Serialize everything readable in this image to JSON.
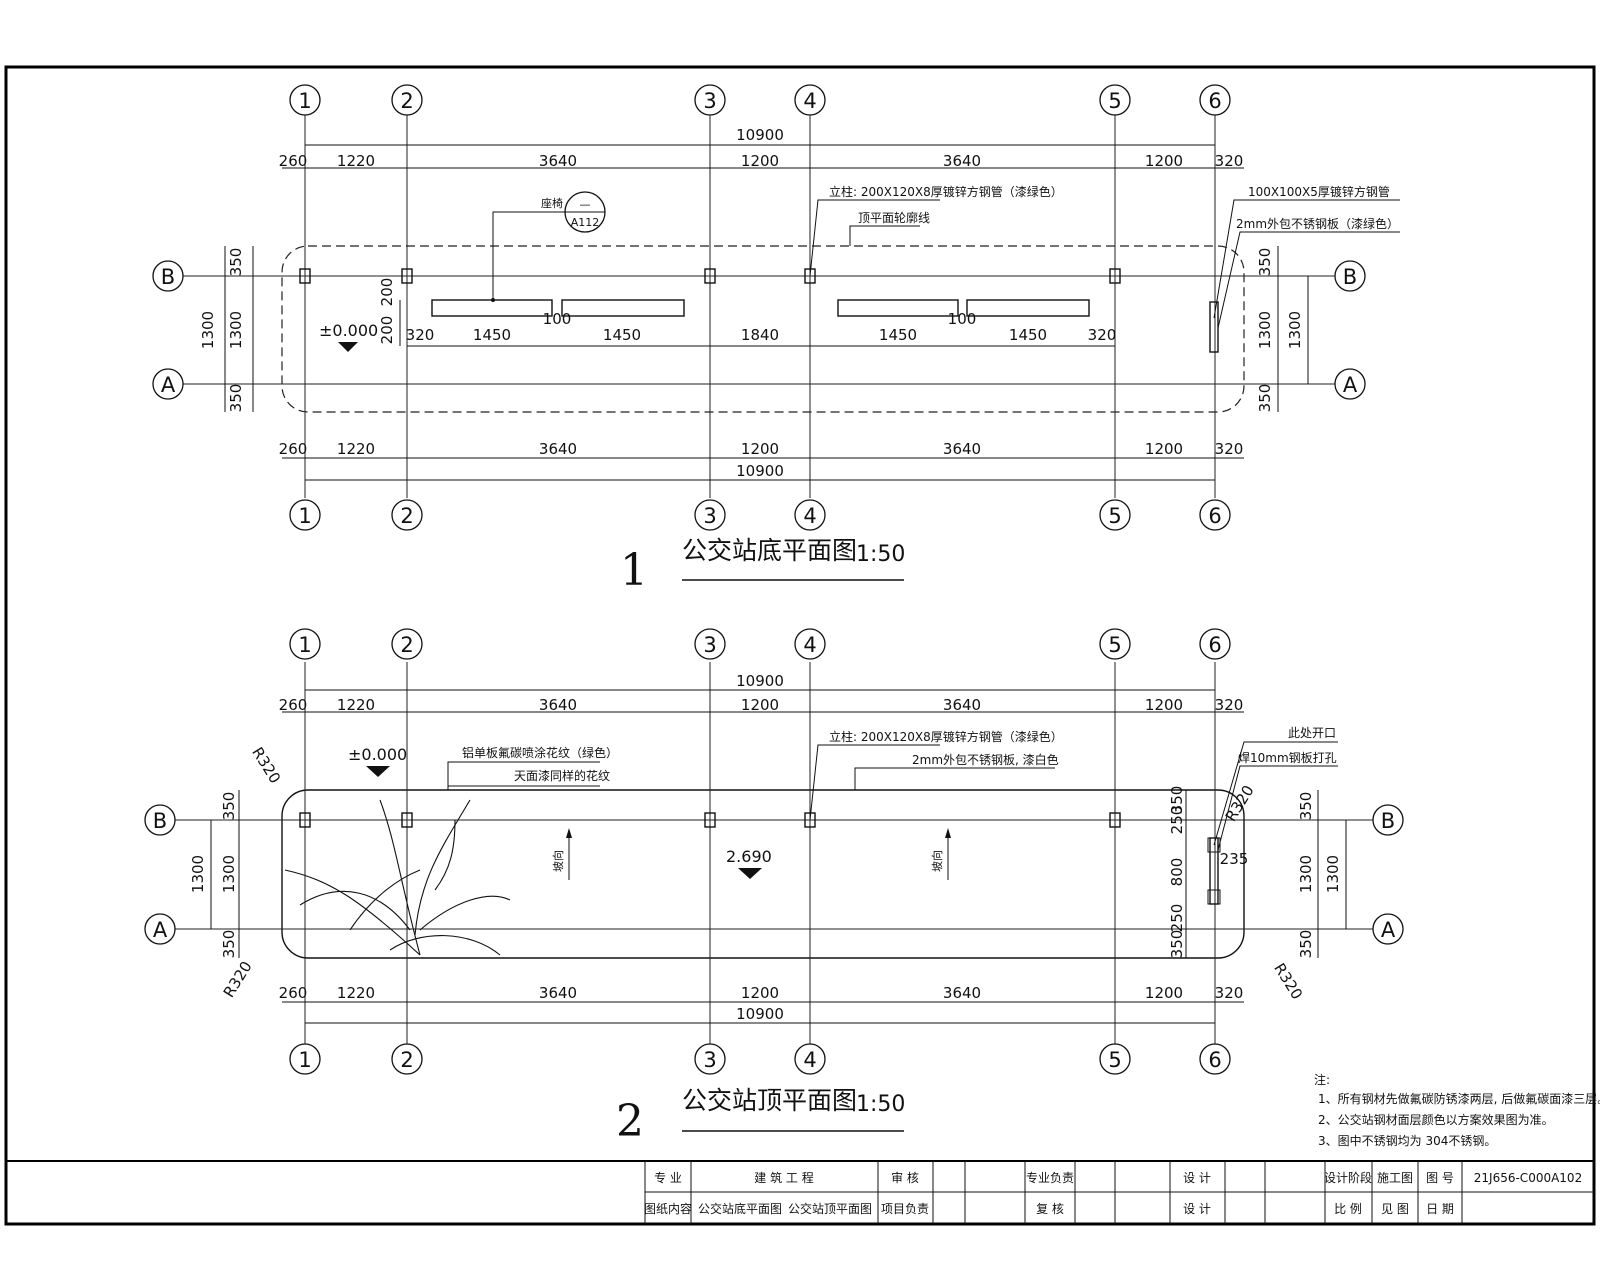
{
  "grid": {
    "columns": [
      "1",
      "2",
      "3",
      "4",
      "5",
      "6"
    ],
    "rows": [
      "A",
      "B"
    ]
  },
  "dims": {
    "overall": "10900",
    "segments": [
      "260",
      "1220",
      "3640",
      "1200",
      "3640",
      "1200",
      "320"
    ],
    "side_total": "1300",
    "side_parts": [
      "350",
      "1300",
      "350"
    ],
    "bench_left_offset": "200",
    "bench_right_offset": "200",
    "benches": [
      "320",
      "1450",
      "100",
      "1450",
      "1840",
      "1450",
      "100",
      "1450",
      "320"
    ],
    "roof_side_parts": [
      "250",
      "350",
      "800",
      "250",
      "350"
    ],
    "roof_opening": "235",
    "radius": "R320"
  },
  "plan1": {
    "title": "公交站底平面图",
    "scale": "1:50",
    "number": "1",
    "level": "±0.000",
    "seat_label": "座椅",
    "seat_ref_top": "—",
    "seat_ref_bottom": "A112",
    "column_note": "立柱: 200X120X8厚镀锌方钢管（漆绿色）",
    "outline_note": "顶平面轮廓线",
    "tube_note": "100X100X5厚镀锌方钢管",
    "plate_note": "2mm外包不锈钢板（漆绿色）"
  },
  "plan2": {
    "title": "公交站顶平面图",
    "scale": "1:50",
    "number": "2",
    "level": "±0.000",
    "roof_level": "2.690",
    "panel_note": "铝单板氟碳喷涂花纹（绿色）",
    "ceiling_note": "天面漆同样的花纹",
    "column_note": "立柱: 200X120X8厚镀锌方钢管（漆绿色）",
    "steel_note": "2mm外包不锈钢板, 漆白色",
    "opening_note": "此处开口",
    "hole_note": "焊10mm钢板打孔",
    "slope_label": "坡向"
  },
  "notes": {
    "heading": "注:",
    "items": [
      "1、所有钢材先做氟碳防锈漆两层, 后做氟碳面漆三层。",
      "2、公交站钢材面层颜色以方案效果图为准。",
      "3、图中不锈钢均为 304不锈钢。"
    ]
  },
  "titleblock": {
    "specialty_label": "专 业",
    "specialty_value": "建 筑 工 程",
    "content_label": "图纸内容",
    "content_value_1": "公交站底平面图",
    "content_value_2": "公交站顶平面图",
    "review_label": "审 核",
    "project_lead_label": "项目负责",
    "spec_lead_label": "专业负责",
    "check_label": "复 核",
    "design_label_1": "设 计",
    "design_label_2": "设 计",
    "stage_label": "设计阶段",
    "stage_value": "施工图",
    "sheet_no_label": "图 号",
    "sheet_no_value": "21J656-C000A102",
    "scale_label": "比 例",
    "scale_value": "见 图",
    "date_label": "日 期"
  }
}
